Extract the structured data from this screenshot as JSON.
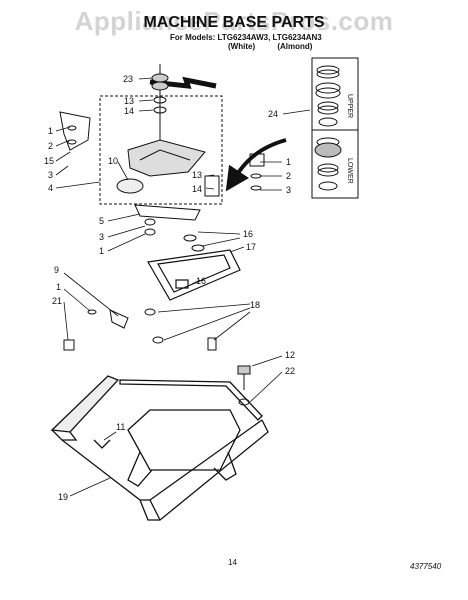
{
  "watermark": "AppliancePartsPros.com",
  "title": "MACHINE BASE PARTS",
  "models_line": "For Models: LTG6234AW3, LTG6234AN3",
  "variants": [
    "(White)",
    "(Almond)"
  ],
  "side_labels": {
    "upper": "UPPER",
    "lower": "LOWER"
  },
  "callouts": {
    "c23": "23",
    "c13a": "13",
    "c14a": "14",
    "c24": "24",
    "c1a": "1",
    "c2a": "2",
    "c15": "15",
    "c3a": "3",
    "c4": "4",
    "c10": "10",
    "c13b": "13",
    "c14b": "14",
    "c1b": "1",
    "c2b": "2",
    "c3b": "3",
    "c5": "5",
    "c3c": "3",
    "c1c": "1",
    "c16a": "16",
    "c17": "17",
    "c16b": "16",
    "c9": "9",
    "c1d": "1",
    "c21": "21",
    "c18": "18",
    "c12": "12",
    "c22": "22",
    "c11": "11",
    "c19": "19"
  },
  "page_number": "14",
  "doc_number": "4377540"
}
